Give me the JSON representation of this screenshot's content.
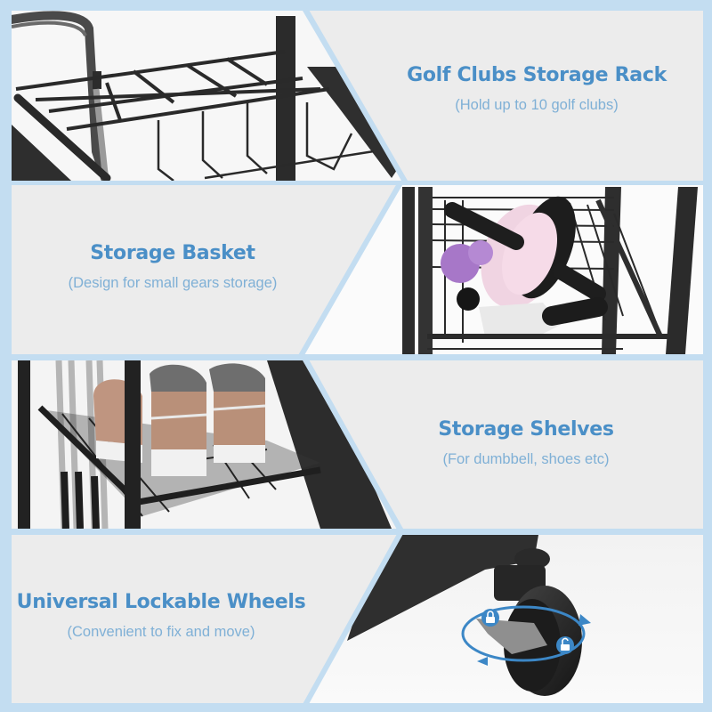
{
  "colors": {
    "border": "#c3ddf1",
    "text_panel_bg": "#ececec",
    "image_bg": "#f7f7f7",
    "title": "#4a8fc7",
    "subtitle": "#7fb0d6",
    "metal": "#2b2b2b"
  },
  "features": [
    {
      "title": "Golf Clubs Storage Rack",
      "subtitle": "(Hold up to 10 golf clubs)",
      "image": "golf-club-rack-closeup"
    },
    {
      "title": "Storage Basket",
      "subtitle": "(Design for small gears storage)",
      "image": "basket-with-ab-roller-and-massage-gun"
    },
    {
      "title": "Storage Shelves",
      "subtitle": "(For dumbbell, shoes etc)",
      "image": "mesh-shelf-with-sneakers"
    },
    {
      "title": "Universal Lockable Wheels",
      "subtitle": "(Convenient to fix and move)",
      "image": "lockable-caster-wheel",
      "icons": [
        "lock-icon",
        "unlock-icon",
        "rotate-arrow-icon"
      ]
    }
  ]
}
